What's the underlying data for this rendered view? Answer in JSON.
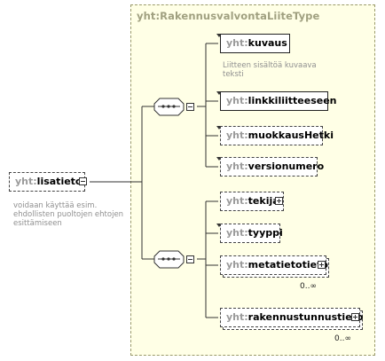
{
  "type_name": "yht:RakennusvalvontaLiiteType",
  "root": {
    "prefix": "yht:",
    "name": "lisatieto",
    "doc": [
      "voidaan käyttää esim.",
      "ehdollisten puoltojen ehtojen",
      "esittämiseen"
    ]
  },
  "sequence1": [
    {
      "prefix": "yht:",
      "name": "kuvaus",
      "optional": false,
      "doc": [
        "Liitteen sisältöä  kuvaava",
        "teksti"
      ]
    },
    {
      "prefix": "yht:",
      "name": "linkkiliitteeseen",
      "optional": false
    },
    {
      "prefix": "yht:",
      "name": "muokkausHetki",
      "optional": true
    },
    {
      "prefix": "yht:",
      "name": "versionumero",
      "optional": true
    }
  ],
  "sequence2": [
    {
      "prefix": "yht:",
      "name": "tekija",
      "optional": true
    },
    {
      "prefix": "yht:",
      "name": "tyyppi",
      "optional": true
    },
    {
      "prefix": "yht:",
      "name": "metatietotieto",
      "optional": true,
      "multiplicity": "0..∞"
    },
    {
      "prefix": "yht:",
      "name": "rakennustunnustieto",
      "optional": true,
      "multiplicity": "0..∞"
    }
  ],
  "colors": {
    "type_bg": "#ffffe6",
    "type_border": "#9a9a6a",
    "prefix": "#9a9a9a",
    "doc": "#909090"
  }
}
